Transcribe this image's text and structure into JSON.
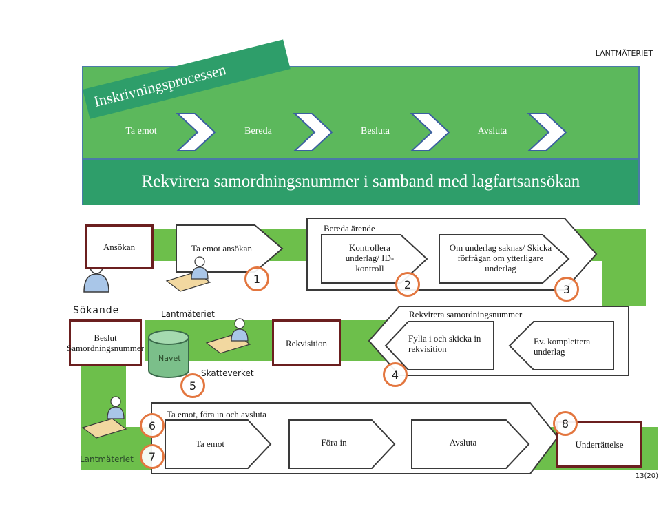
{
  "header": {
    "org": "LANTMÄTERIET",
    "page": "13(20)"
  },
  "banner": {
    "title": "Inskrivningsprocessen",
    "steps": [
      "Ta emot",
      "Bereda",
      "Besluta",
      "Avsluta"
    ],
    "subtitle": "Rekvirera samordningsnummer i samband med lagfartsansökan"
  },
  "actors": {
    "sokande": "Sökande",
    "lantmateriet_mid": "Lantmäteriet",
    "skatteverket": "Skatteverket",
    "lantmateriet_bottom": "Lantmäteriet",
    "navet": "Navet"
  },
  "boxes": {
    "ansokan": "Ansökan",
    "beslut": "Beslut Samordningsnummer",
    "rekvisition": "Rekvisition",
    "underrattelse": "Underrättelse"
  },
  "process": {
    "ta_emot_ansokan": "Ta emot ansökan",
    "bereda_arende": "Bereda ärende",
    "kontrollera": "Kontrollera underlag/ ID-kontroll",
    "om_underlag": "Om underlag saknas/ Skicka förfrågan om ytterligare underlag",
    "rekvirera": "Rekvirera samordningsnummer",
    "fylla": "Fylla i och skicka in rekvisition",
    "komplettera": "Ev. komplettera underlag",
    "ta_emot_fora": "Ta emot, föra in och avsluta",
    "ta_emot": "Ta emot",
    "fora_in": "Föra in",
    "avsluta": "Avsluta"
  },
  "markers": [
    "1",
    "2",
    "3",
    "4",
    "5",
    "6",
    "7",
    "8"
  ],
  "colors": {
    "banner": "#5cb85c",
    "banner_dark": "#2e9e6a",
    "lane": "#6dbf4b",
    "circle": "#e3763f",
    "box_border": "#6b1f1f"
  }
}
